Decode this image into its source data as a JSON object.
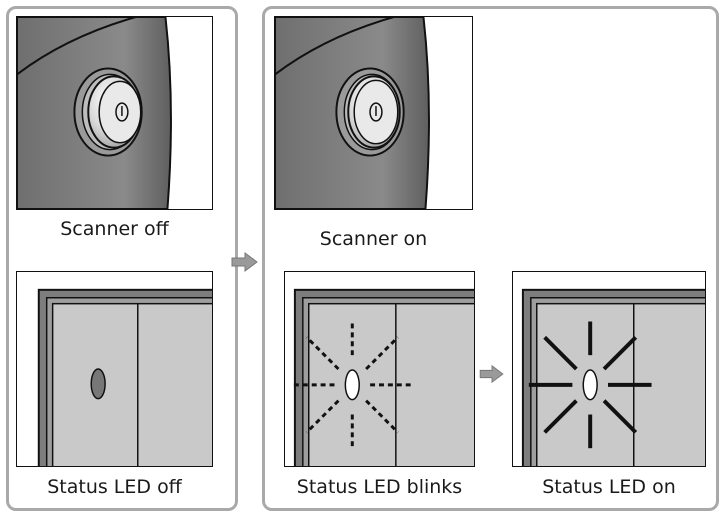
{
  "captions": {
    "scanner_off": "Scanner off",
    "scanner_on": "Scanner on",
    "led_off": "Status LED off",
    "led_blinks": "Status LED blinks",
    "led_on": "Status LED on"
  },
  "colors": {
    "group_border": "#a9a9a9",
    "scanner_body": "#7a7a7a",
    "panel": "#c9c9c9",
    "led_off": "#777777",
    "led_lit": "#ffffff"
  },
  "icons": [
    "power-icon",
    "arrow-right-icon"
  ]
}
